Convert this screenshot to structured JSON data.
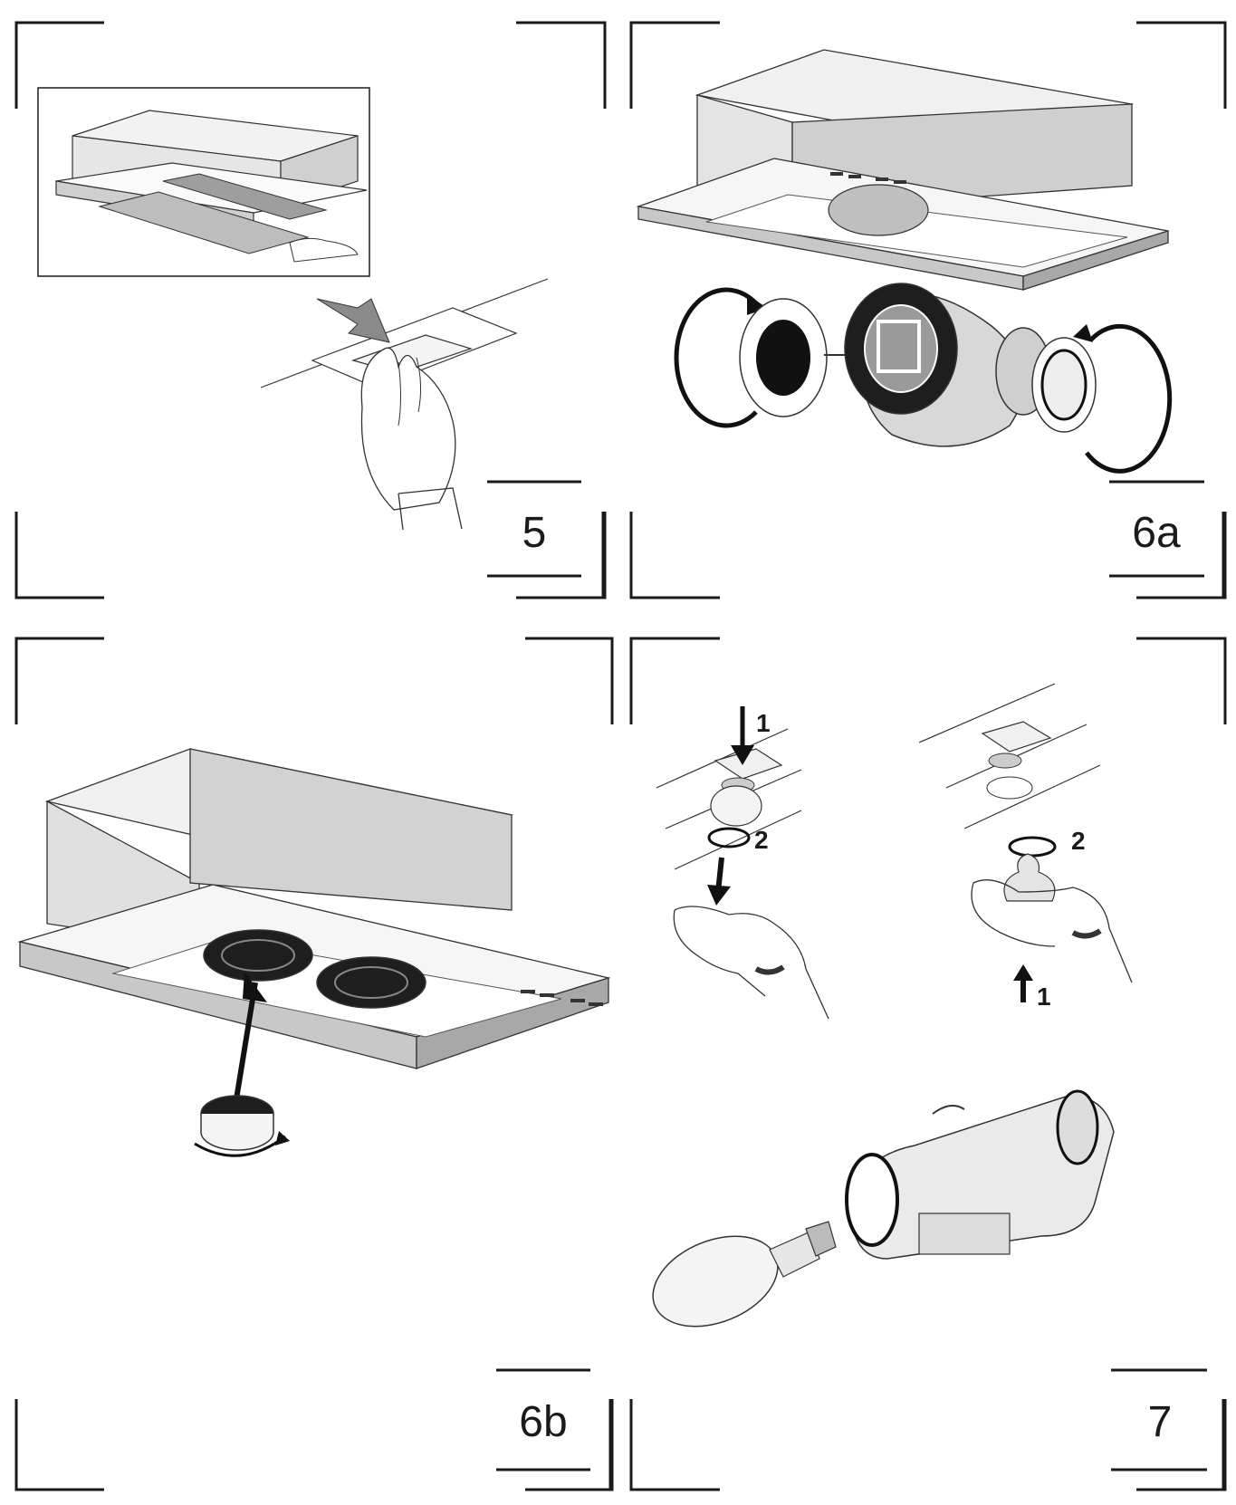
{
  "figures": [
    {
      "label": "5"
    },
    {
      "label": "6a"
    },
    {
      "label": "6b"
    },
    {
      "label": "7",
      "steps": [
        "1",
        "2",
        "2",
        "1"
      ]
    }
  ],
  "colors": {
    "ink": "#1a1a1a",
    "steel_light": "#e6e6e6",
    "steel_mid": "#c4c4c4",
    "steel_dark": "#8a8a8a",
    "black": "#111111"
  }
}
